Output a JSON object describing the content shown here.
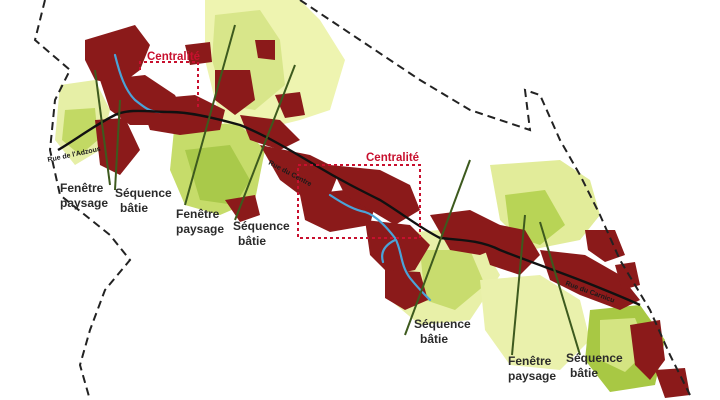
{
  "map": {
    "centralites": [
      {
        "label": "Centralité"
      },
      {
        "label": "Centralité"
      }
    ],
    "streets": [
      {
        "label": "Rue de l'Adzous"
      },
      {
        "label": "Rue du Centre"
      },
      {
        "label": "Rue du Carnicu"
      }
    ],
    "annotations": [
      {
        "line1": "Fenêtre",
        "line2": "paysage"
      },
      {
        "line1": "Séquence",
        "line2": "bâtie"
      },
      {
        "line1": "Fenêtre",
        "line2": "paysage"
      },
      {
        "line1": "Séquence",
        "line2": "bâtie"
      },
      {
        "line1": "Séquence",
        "line2": "bâtie"
      },
      {
        "line1": "Fenêtre",
        "line2": "paysage"
      },
      {
        "line1": "Séquence",
        "line2": "bâtie"
      }
    ],
    "colors": {
      "built": "#8b1a1a",
      "landscape_light": "#e8f0a0",
      "landscape_mid": "#c8dc6e",
      "landscape_green": "#9cc23c",
      "river": "#4aa3d8",
      "centralite": "#c8102e",
      "axis_line": "#3d5a1e",
      "road": "#111111",
      "boundary": "#222222"
    }
  }
}
